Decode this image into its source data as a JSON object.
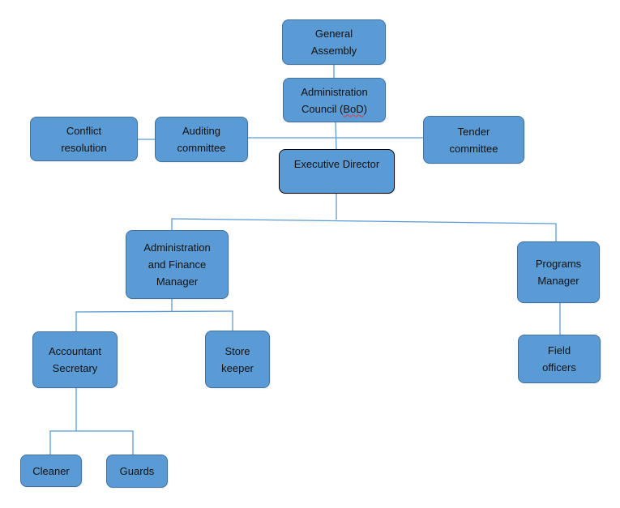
{
  "colors": {
    "box_fill": "#5b9bd5",
    "box_border": "#41719c",
    "connector": "#5b9bd5",
    "text": "#111111",
    "spellcheck": "#e03b3b"
  },
  "nodes": {
    "general_assembly": "General\nAssembly",
    "admin_council_prefix": "Administration\nCouncil (",
    "admin_council_abbr": "BoD",
    "admin_council_suffix": ")",
    "conflict_resolution": "Conflict\nresolution",
    "auditing_committee": "Auditing\ncommittee",
    "tender_committee": "Tender\ncommittee",
    "executive_director": "Executive Director",
    "admin_finance_manager": "Administration\nand Finance\nManager",
    "programs_manager": "Programs\nManager",
    "accountant_secretary": "Accountant\nSecretary",
    "store_keeper": "Store\nkeeper",
    "field_officers": "Field\nofficers",
    "cleaner": "Cleaner",
    "guards": "Guards"
  },
  "edges": [
    [
      "general_assembly",
      "admin_council"
    ],
    [
      "admin_council",
      "executive_director"
    ],
    [
      "conflict_resolution",
      "auditing_committee"
    ],
    [
      "auditing_committee",
      "tender_committee"
    ],
    [
      "executive_director",
      "admin_finance_manager"
    ],
    [
      "executive_director",
      "programs_manager"
    ],
    [
      "admin_finance_manager",
      "accountant_secretary"
    ],
    [
      "admin_finance_manager",
      "store_keeper"
    ],
    [
      "programs_manager",
      "field_officers"
    ],
    [
      "accountant_secretary",
      "cleaner"
    ],
    [
      "accountant_secretary",
      "guards"
    ]
  ]
}
